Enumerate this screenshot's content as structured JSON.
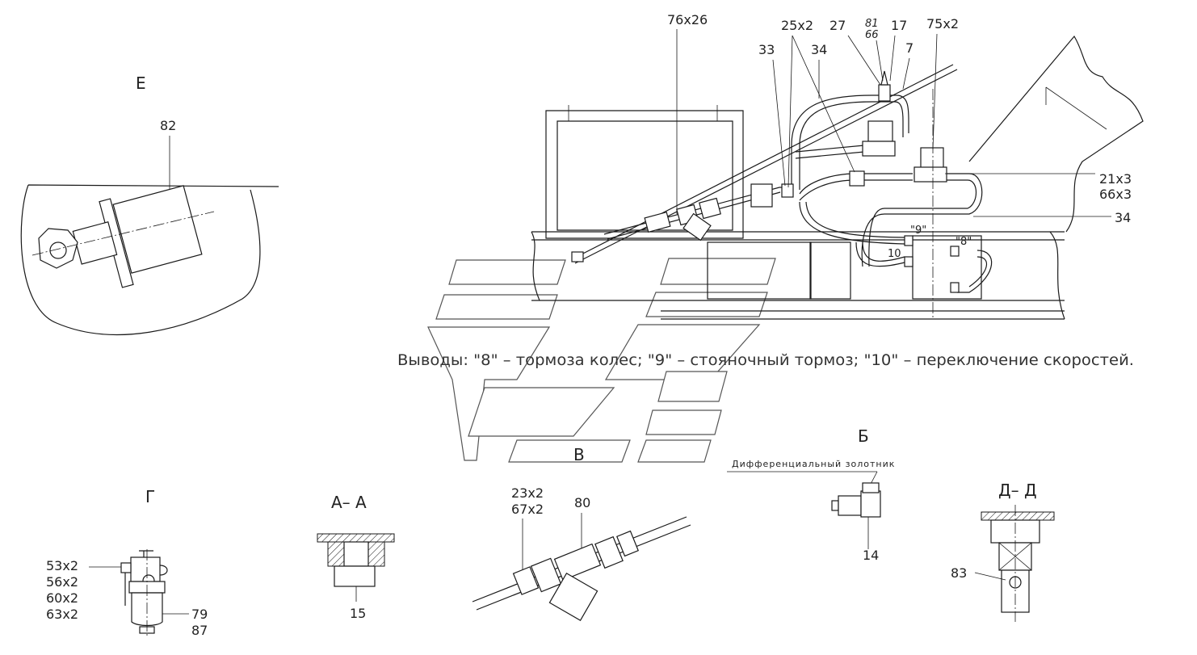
{
  "views": {
    "E": {
      "title": "Е",
      "parts": [
        "82"
      ]
    },
    "G": {
      "title": "Г",
      "left_parts": [
        "53x2",
        "56x2",
        "60x2",
        "63x2"
      ],
      "right_parts": [
        "79",
        "87"
      ]
    },
    "AA": {
      "title": "А– А",
      "parts": [
        "15"
      ]
    },
    "V": {
      "title": "В",
      "parts": [
        "23x2",
        "67x2",
        "80"
      ]
    },
    "B": {
      "title": "Б",
      "caption": "Дифференциальный золотник",
      "parts": [
        "14"
      ]
    },
    "DD": {
      "title": "Д– Д",
      "parts": [
        "83"
      ]
    }
  },
  "main": {
    "callouts": {
      "c76": "76x26",
      "c25": "25x2",
      "c27": "27",
      "c81": "81",
      "c66a": "66",
      "c17": "17",
      "c75": "75x2",
      "c33": "33",
      "c34a": "34",
      "c7": "7",
      "c21": "21x3",
      "c66b": "66x3",
      "c34b": "34"
    },
    "port_labels": {
      "p9": "\"9\"",
      "p8": "\"8\"",
      "p10": "10"
    },
    "note": "Выводы: \"8\" – тормоза колес; \"9\" – стояночный тормоз; \"10\" – переключение скоростей."
  }
}
